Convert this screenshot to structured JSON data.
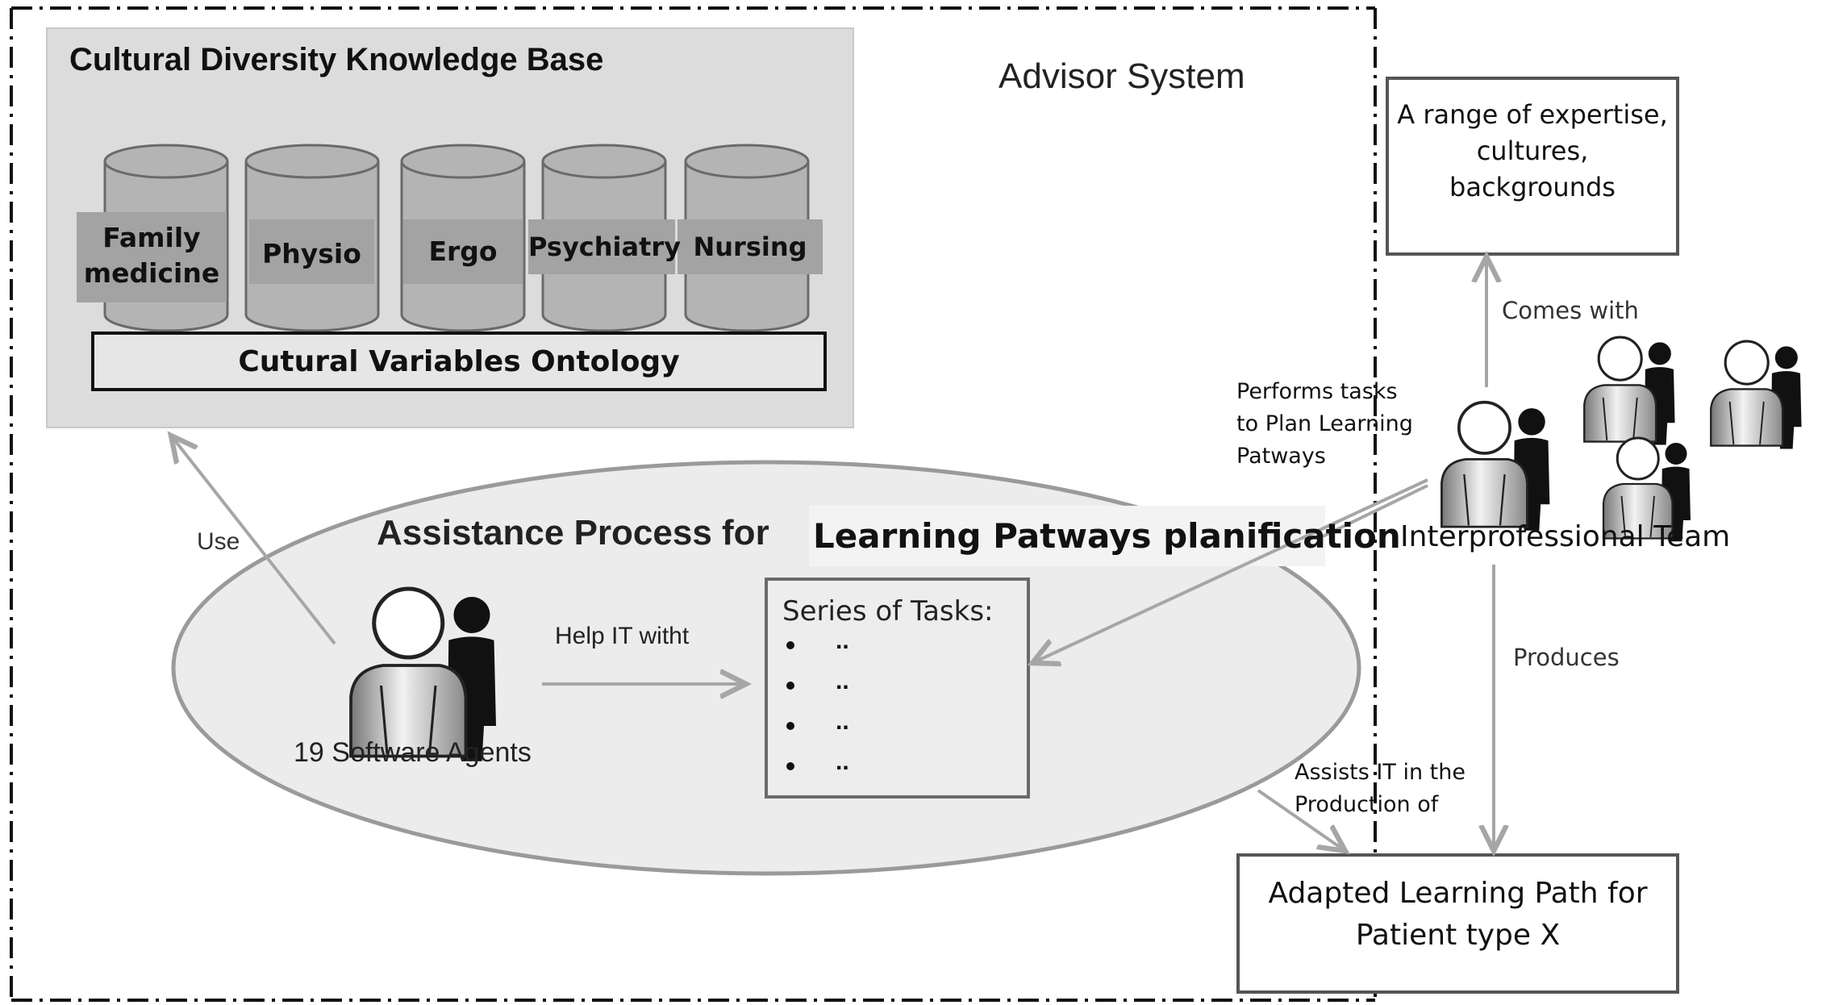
{
  "advisor_system": {
    "label": "Advisor System"
  },
  "knowledge_base": {
    "title": "Cultural Diversity Knowledge Base",
    "databases": [
      "Family medicine",
      "Physio",
      "Ergo",
      "Psychiatry",
      "Nursing"
    ],
    "ontology_label": "Cutural Variables Ontology"
  },
  "assistance_process": {
    "title_part1": "Assistance Process for",
    "title_part2": "Learning Patways planification",
    "agents_label": "19 Software Agents",
    "help_label": "Help IT witht",
    "tasks_title": "Series of Tasks:",
    "task_items": [
      "..",
      "..",
      "..",
      ".."
    ]
  },
  "use_label": "Use",
  "expertise_box": {
    "text": "A range of expertise, cultures, backgrounds"
  },
  "comes_with_label": "Comes with",
  "performs_label": "Performs tasks to Plan Learning Patways",
  "team_label": "Interprofessional Team",
  "produces_label": "Produces",
  "assists_label": "Assists IT in the Production of",
  "output_box": {
    "text": "Adapted Learning Path for Patient type X"
  },
  "colors": {
    "kb_panel": "#dcdcdc",
    "cylinder": "#b4b4b4",
    "db_label_bg": "#a3a3a3",
    "ellipse": "#ececec",
    "arrow": "#a6a6a6"
  }
}
